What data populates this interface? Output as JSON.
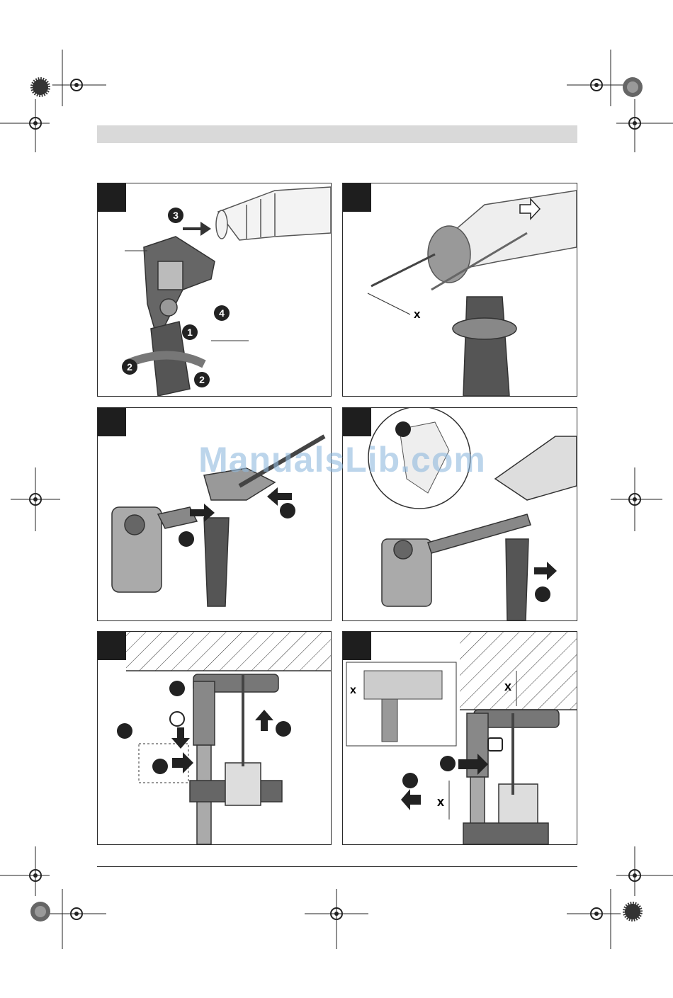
{
  "watermark": "ManualsLib.com",
  "colors": {
    "header_bar": "#d9d9d9",
    "figure_label": "#1e1e1e",
    "watermark": "#8fb9de",
    "drawing": "#555555"
  },
  "figures": [
    {
      "id": "fig-1",
      "callouts": [
        "3",
        "4",
        "1",
        "2",
        "2"
      ]
    },
    {
      "id": "fig-2",
      "callouts": [
        "x"
      ]
    },
    {
      "id": "fig-3",
      "callouts": []
    },
    {
      "id": "fig-4",
      "callouts": []
    },
    {
      "id": "fig-5",
      "callouts": []
    },
    {
      "id": "fig-6",
      "callouts": [
        "x",
        "x",
        "x"
      ]
    }
  ]
}
